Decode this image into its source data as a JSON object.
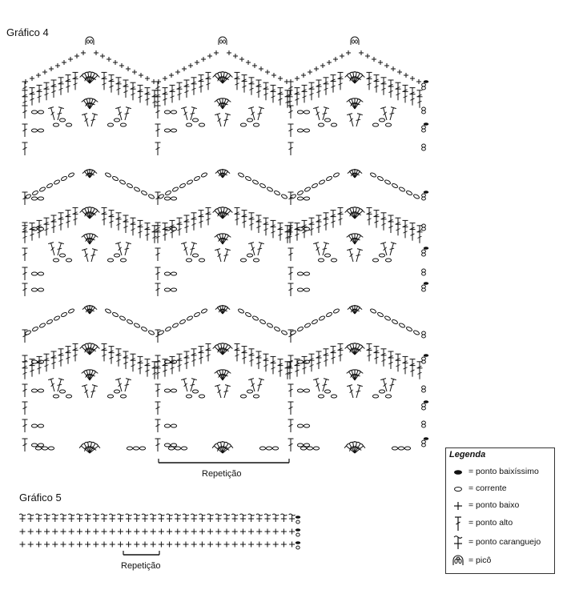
{
  "chart4": {
    "title": "Gráfico 4",
    "repeat_label": "Repetição"
  },
  "chart5": {
    "title": "Gráfico 5",
    "repeat_label": "Repetição"
  },
  "legend": {
    "title": "Legenda",
    "items": [
      {
        "symbol": "ponto-baixissimo-icon",
        "label": "= ponto baixíssimo"
      },
      {
        "symbol": "corrente-icon",
        "label": "= corrente"
      },
      {
        "symbol": "ponto-baixo-icon",
        "label": "= ponto baixo"
      },
      {
        "symbol": "ponto-alto-icon",
        "label": "= ponto alto"
      },
      {
        "symbol": "ponto-caranguejo-icon",
        "label": "= ponto caranguejo"
      },
      {
        "symbol": "pico-icon",
        "label": "= picô"
      }
    ]
  },
  "colors": {
    "ink": "#111111",
    "background": "#ffffff"
  }
}
